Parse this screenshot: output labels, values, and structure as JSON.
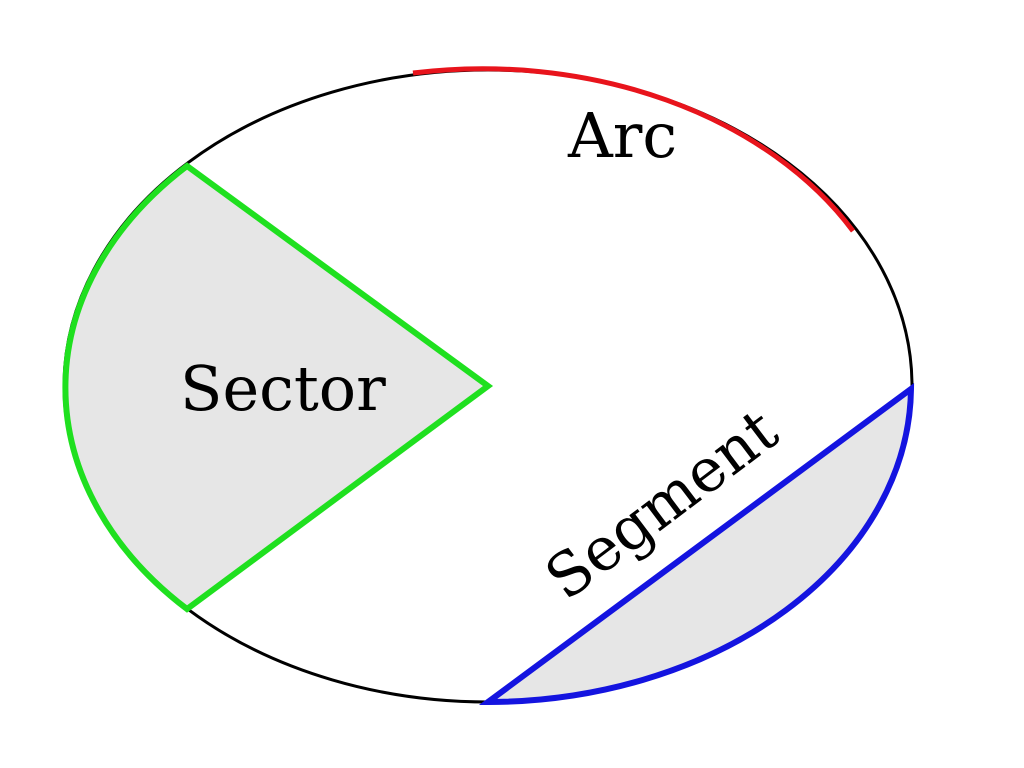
{
  "labels": {
    "arc": "Arc",
    "sector": "Sector",
    "segment": "Segment"
  },
  "colors": {
    "circle_outline": "#000000",
    "arc": "#e8141c",
    "sector": "#1fe01f",
    "segment": "#1414e0",
    "fill": "#e6e6e6",
    "background": "#ffffff"
  }
}
